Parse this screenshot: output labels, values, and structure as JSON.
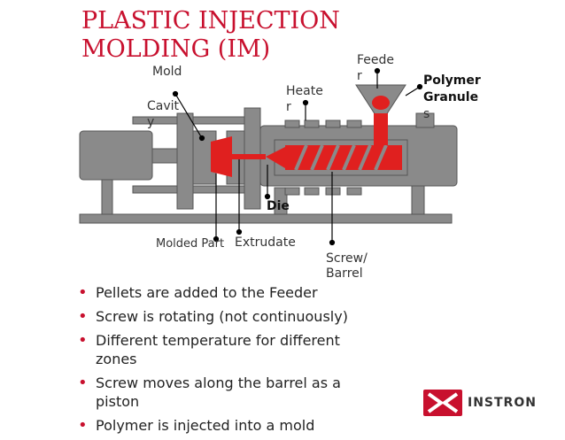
{
  "slide": {
    "title": "PLASTIC INJECTION MOLDING (IM)"
  },
  "diagram": {
    "labels": {
      "mold": "Mold",
      "cavity_line1": "Cavit",
      "cavity_line2": "y",
      "heater_line1": "Heate",
      "heater_line2": "r",
      "feeder_line1": "Feede",
      "feeder_line2": "r",
      "polymer_line1": "Polymer",
      "polymer_line2": "Granule",
      "polymer_line3": "s",
      "die": "Die",
      "molded_part": "Molded Part",
      "extrudate": "Extrudate",
      "screw_line1": "Screw/",
      "screw_line2": "Barrel"
    },
    "colors": {
      "machine_gray": "#8a8a8a",
      "machine_dark": "#555555",
      "polymer_red": "#e0201f",
      "title_red": "#c8102e"
    }
  },
  "bullets": [
    "Pellets are added to the Feeder",
    "Screw is rotating (not continuously)",
    "Different temperature for different zones",
    "Screw moves along the barrel as a piston",
    "Polymer is injected into a mold"
  ],
  "logo": {
    "text": "INSTRON",
    "icon": "instron-x-logo-icon"
  }
}
